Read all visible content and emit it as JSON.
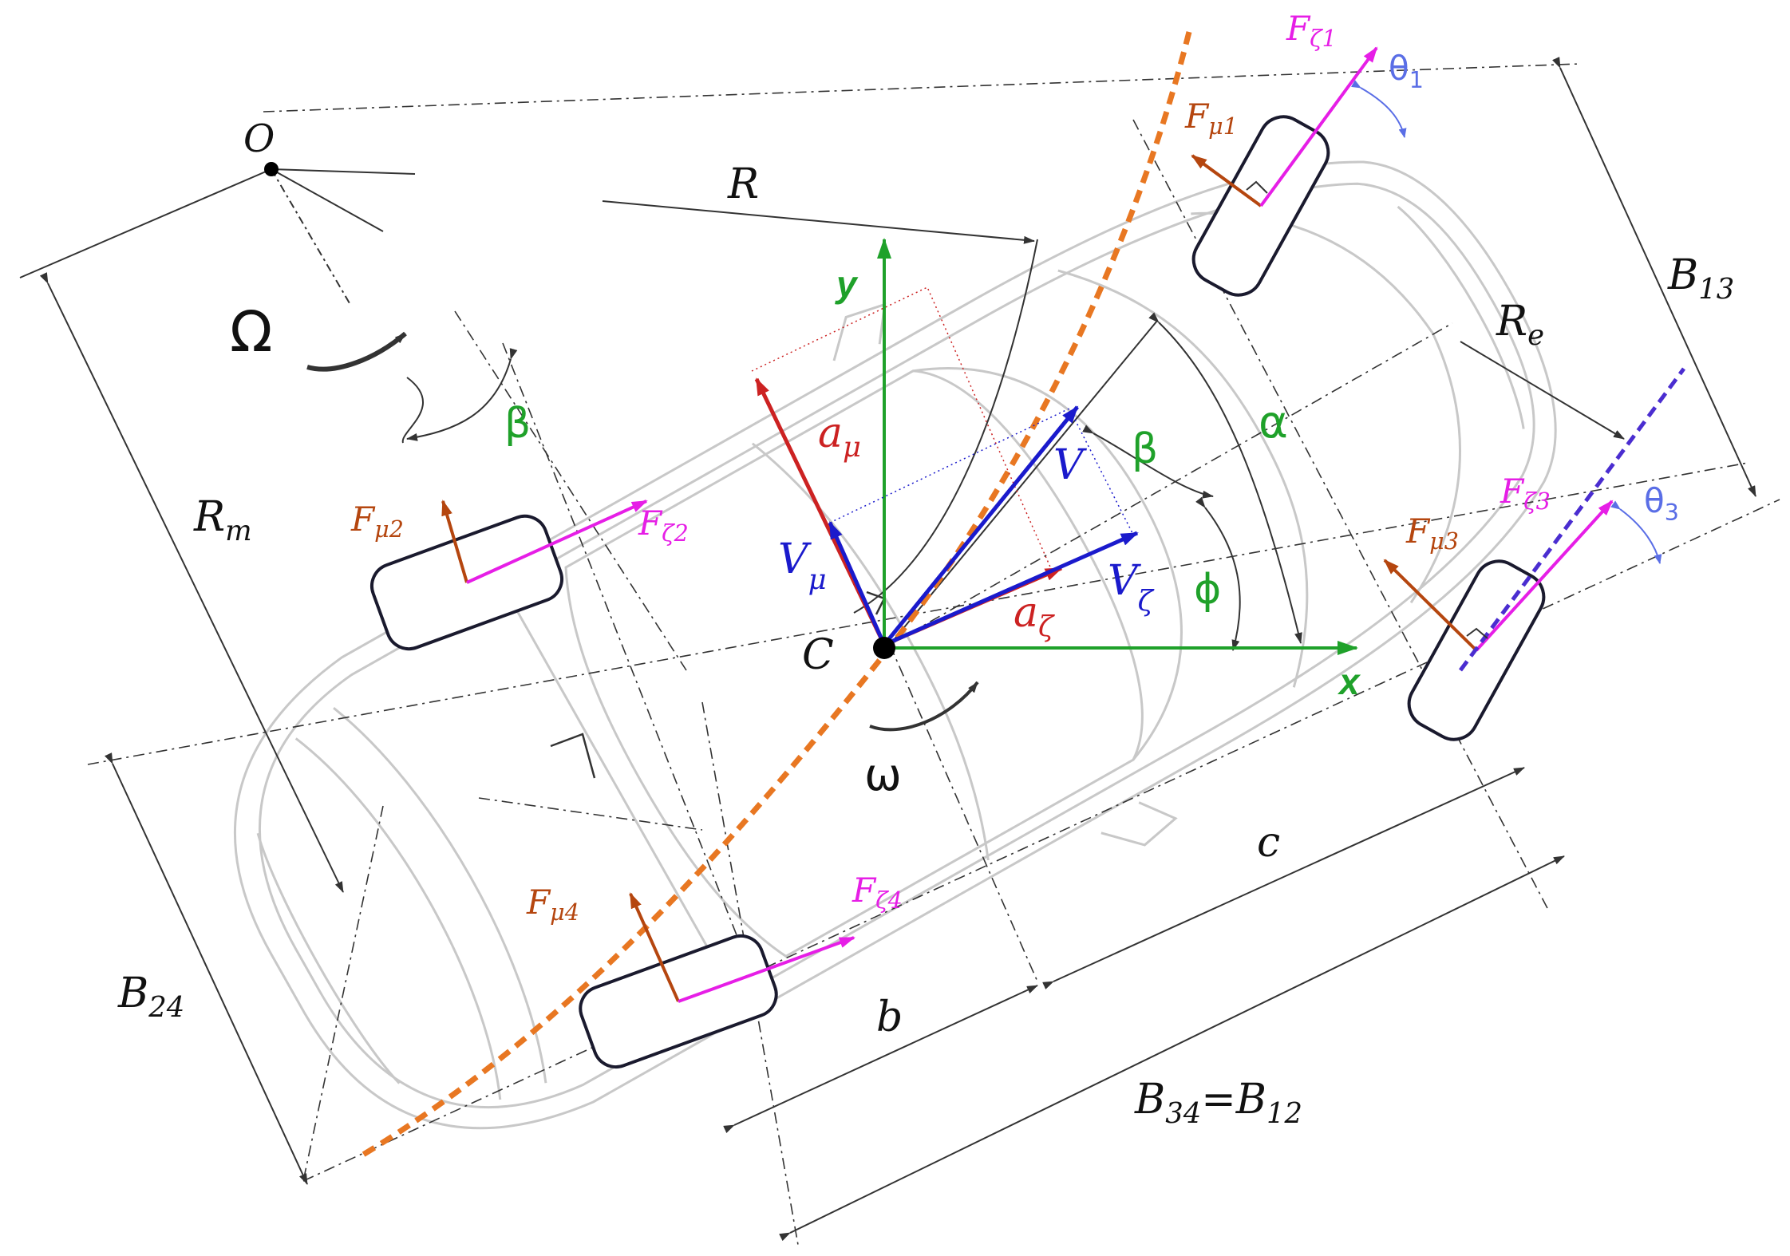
{
  "labels": {
    "O": "O",
    "Omega": "Ω",
    "R": "R",
    "R_m": "R",
    "R_m_sub": "m",
    "beta_left": "β",
    "beta_right": "β",
    "alpha": "α",
    "phi": "ϕ",
    "x": "x",
    "y": "y",
    "C": "C",
    "omega": "ω",
    "a_mu": "a",
    "a_mu_sub": "μ",
    "a_zeta": "a",
    "a_zeta_sub": "ζ",
    "V": "V",
    "V_mu": "V",
    "V_mu_sub": "μ",
    "V_zeta": "V",
    "V_zeta_sub": "ζ",
    "F_zeta1": "F",
    "F_zeta1_sub": "ζ1",
    "F_mu1": "F",
    "F_mu1_sub": "μ1",
    "theta1": "θ",
    "theta1_sub": "1",
    "F_mu2": "F",
    "F_mu2_sub": "μ2",
    "F_zeta2": "F",
    "F_zeta2_sub": "ζ2",
    "F_mu3": "F",
    "F_mu3_sub": "μ3",
    "F_zeta3": "F",
    "F_zeta3_sub": "ζ3",
    "theta3": "θ",
    "theta3_sub": "3",
    "F_mu4": "F",
    "F_mu4_sub": "μ4",
    "F_zeta4": "F",
    "F_zeta4_sub": "ζ4",
    "B13": "B",
    "B13_sub": "13",
    "R_e": "R",
    "R_e_sub": "e",
    "B24": "B",
    "B24_sub": "24",
    "b": "b",
    "c": "c",
    "B34": "B",
    "B34_sub1": "34",
    "B34_eq": "=B",
    "B34_sub2": "12"
  },
  "colors": {
    "green": "#1fa12a",
    "red": "#cc2222",
    "blue": "#1a1acc",
    "brown": "#b5460f",
    "magenta": "#e61ee6",
    "orange": "#e87722",
    "car": "#c8c8c8",
    "wheel": "#1a1a2e",
    "dim": "#333333",
    "lightblue": "#5a6ee6"
  }
}
